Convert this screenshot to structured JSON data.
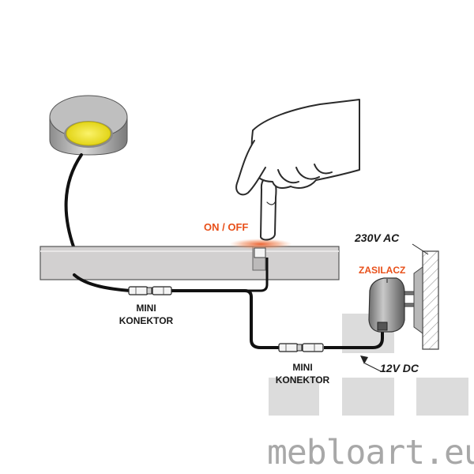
{
  "labels": {
    "on_off": "ON / OFF",
    "mini_konektor_left_line1": "MINI",
    "mini_konektor_left_line2": "KONEKTOR",
    "mini_konektor_bottom_line1": "MINI",
    "mini_konektor_bottom_line2": "KONEKTOR",
    "voltage_ac": "230V AC",
    "zasilacz": "ZASILACZ",
    "voltage_dc": "12V DC"
  },
  "watermark": "mebloart.eu",
  "colors": {
    "accent_orange": "#e8501a",
    "led_yellow": "#f2e82a",
    "shelf_gray": "#d2d0d0",
    "cable": "#111111",
    "watermark_gray": "#a8a8a8"
  },
  "icons": {
    "lamp": "led-puck-lamp-icon",
    "hand": "pointing-hand-icon",
    "adapter": "power-adapter-icon",
    "outlet": "wall-socket-icon"
  }
}
